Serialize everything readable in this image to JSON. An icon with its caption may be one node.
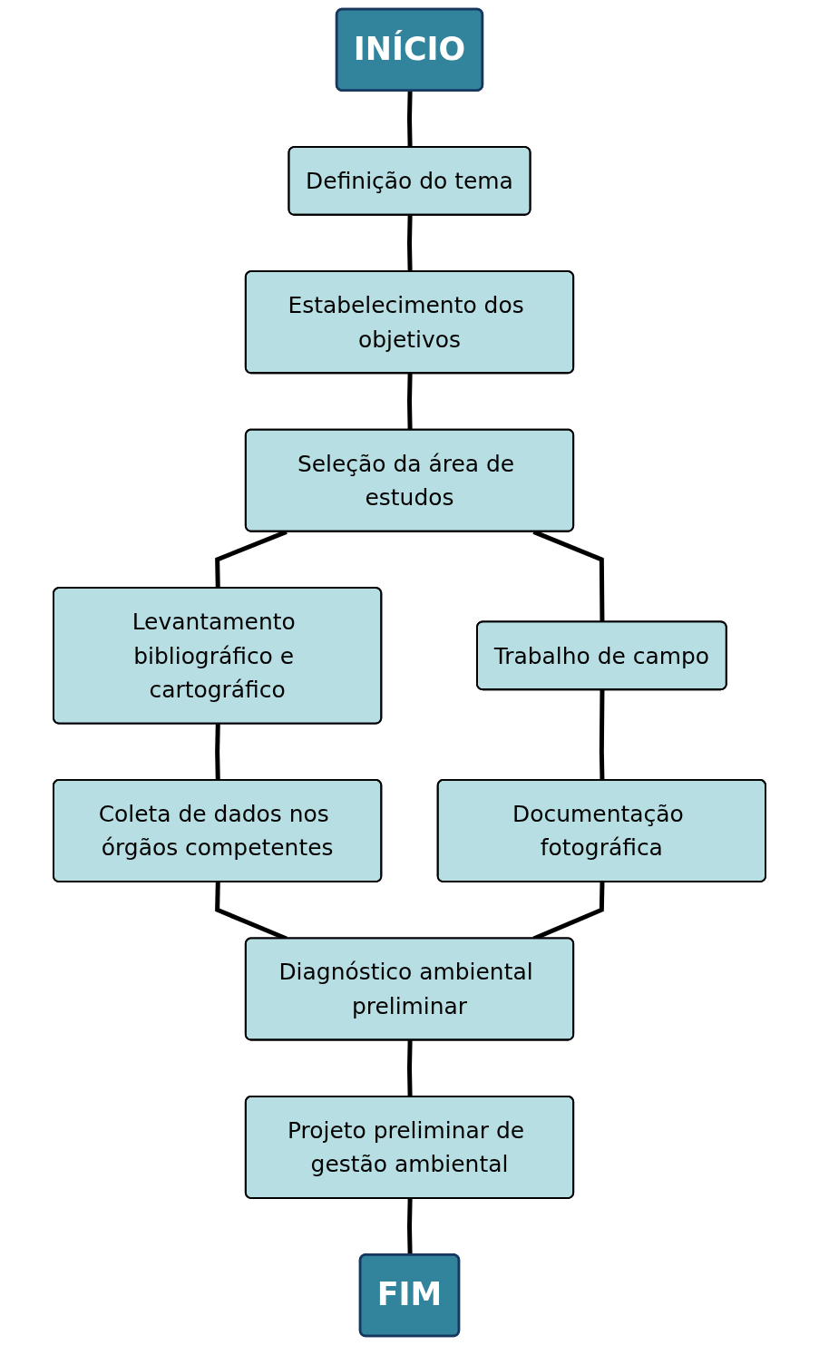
{
  "diagram": {
    "nodes": [
      {
        "text": [
          "INÍCIO"
        ]
      },
      {
        "text": [
          "Definição do tema"
        ]
      },
      {
        "text": [
          "Estabelecimento dos objetivos"
        ]
      },
      {
        "text": [
          "Seleção da área de estudos"
        ]
      },
      {
        "text": [
          "Levantamento bibliográfico e cartográfico"
        ]
      },
      {
        "text": [
          "Trabalho de campo"
        ]
      },
      {
        "text": [
          "Coleta de dados nos órgãos competentes"
        ]
      },
      {
        "text": [
          "Documentação fotográfica"
        ]
      },
      {
        "text": [
          "Diagnóstico ambiental preliminar"
        ]
      },
      {
        "text": [
          "Projeto preliminar de gestão ambiental"
        ]
      },
      {
        "text": [
          "FIM"
        ]
      }
    ],
    "edges": [
      {
        "from": 0,
        "to": 1,
        "arrow": "none"
      },
      {
        "from": 1,
        "to": 2,
        "arrow": "none"
      },
      {
        "from": 2,
        "to": 3,
        "arrow": "none"
      },
      {
        "from": 3,
        "to": 4,
        "arrow": "none"
      },
      {
        "from": 3,
        "to": 5,
        "arrow": "none"
      },
      {
        "from": 4,
        "to": 6,
        "arrow": "none"
      },
      {
        "from": 5,
        "to": 7,
        "arrow": "none"
      },
      {
        "from": 6,
        "to": 8,
        "arrow": "none"
      },
      {
        "from": 7,
        "to": 8,
        "arrow": "none"
      },
      {
        "from": 8,
        "to": 9,
        "arrow": "none"
      },
      {
        "from": 9,
        "to": 10,
        "arrow": "none"
      }
    ]
  }
}
